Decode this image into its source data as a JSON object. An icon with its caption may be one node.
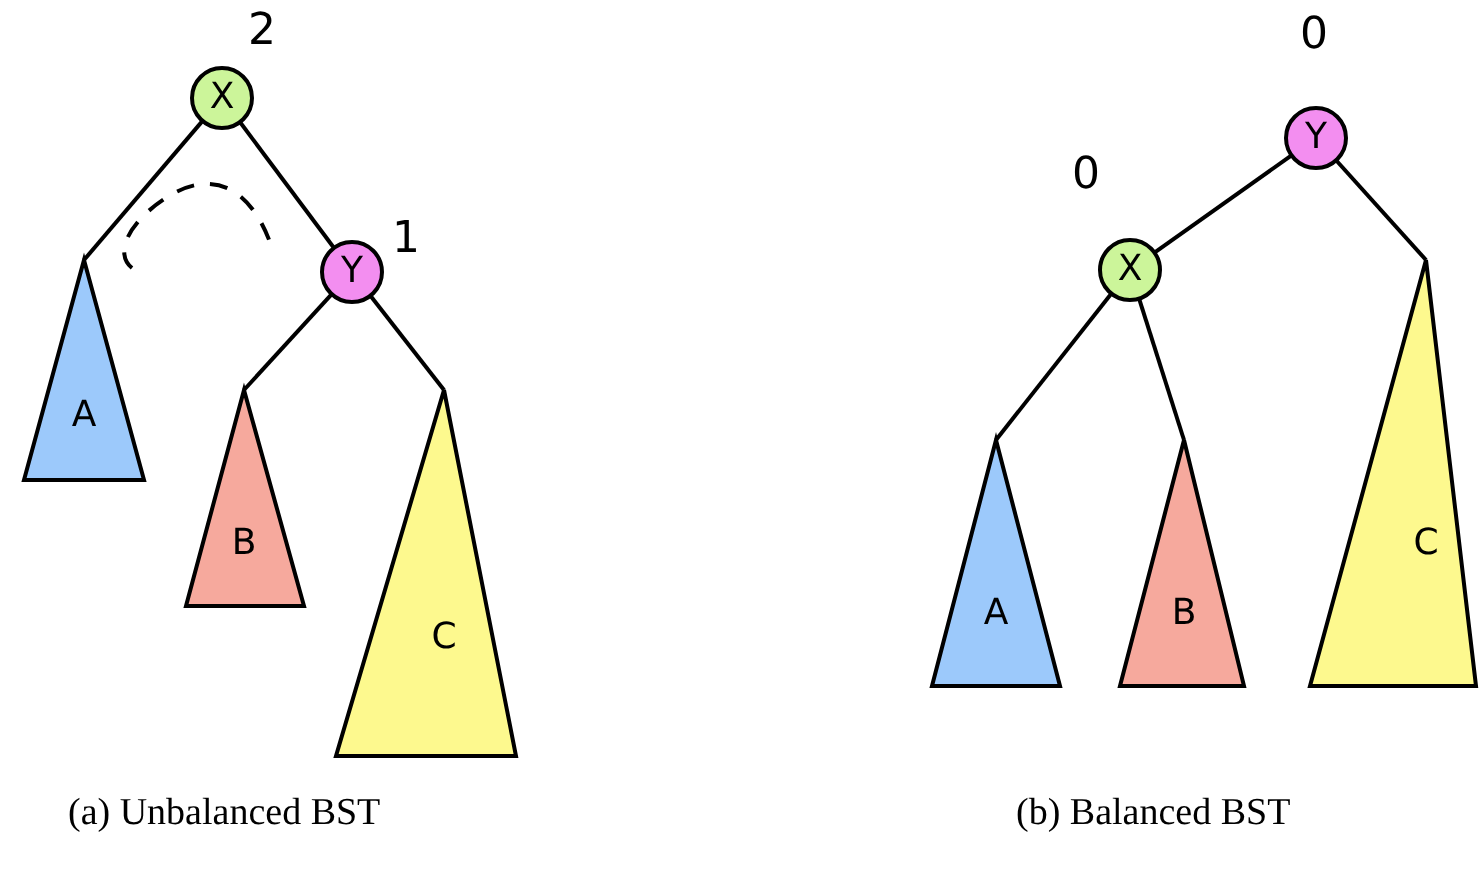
{
  "diagram": {
    "nodes": [
      {
        "text": [
          "X"
        ],
        "beside": [
          "2"
        ]
      },
      {
        "text": [
          "Y"
        ],
        "beside": [
          "1"
        ]
      },
      {
        "text": [
          "A"
        ]
      },
      {
        "text": [
          "B"
        ]
      },
      {
        "text": [
          "C"
        ]
      },
      {
        "text": [
          "Y"
        ],
        "beside": [
          "0"
        ]
      },
      {
        "text": [
          "X"
        ],
        "beside": [
          "0"
        ]
      },
      {
        "text": [
          "A"
        ]
      },
      {
        "text": [
          "B"
        ]
      },
      {
        "text": [
          "C"
        ]
      }
    ],
    "edges": [
      {
        "from": 0,
        "to": 2,
        "arrow": "none"
      },
      {
        "from": 0,
        "to": 1,
        "arrow": "none"
      },
      {
        "from": 1,
        "to": 3,
        "arrow": "none"
      },
      {
        "from": 1,
        "to": 4,
        "arrow": "none"
      },
      {
        "from": 5,
        "to": 6,
        "arrow": "none"
      },
      {
        "from": 5,
        "to": 9,
        "arrow": "none"
      },
      {
        "from": 6,
        "to": 7,
        "arrow": "none"
      },
      {
        "from": 6,
        "to": 8,
        "arrow": "none"
      }
    ],
    "labels": [
      "(a) Unbalanced BST",
      "(b) Balanced BST"
    ]
  }
}
